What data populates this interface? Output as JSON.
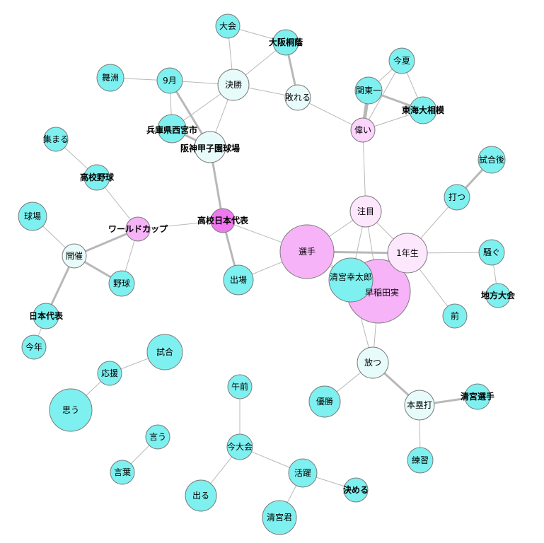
{
  "nodes": [
    {
      "id": "taikai",
      "label": "大会",
      "color": "#7ff0f0",
      "bold": false
    },
    {
      "id": "osaka_toin",
      "label": "大阪桐蔭",
      "color": "#7ff0f0",
      "bold": true
    },
    {
      "id": "maishu",
      "label": "舞洲",
      "color": "#7ff0f0",
      "bold": false
    },
    {
      "id": "kugatsu",
      "label": "9月",
      "color": "#7ff0f0",
      "bold": false
    },
    {
      "id": "kessho",
      "label": "決勝",
      "color": "#e8fbfb",
      "bold": false
    },
    {
      "id": "yabureru",
      "label": "敗れる",
      "color": "#e8fbfb",
      "bold": false
    },
    {
      "id": "konka",
      "label": "今夏",
      "color": "#7ff0f0",
      "bold": false
    },
    {
      "id": "kanto",
      "label": "関東一",
      "color": "#7ff0f0",
      "bold": false
    },
    {
      "id": "tokai",
      "label": "東海大相模",
      "color": "#7ff0f0",
      "bold": true
    },
    {
      "id": "erai",
      "label": "偉い",
      "color": "#fcd4fc",
      "bold": false
    },
    {
      "id": "hyogo",
      "label": "兵庫県西宮市",
      "color": "#7ff0f0",
      "bold": true
    },
    {
      "id": "koshien",
      "label": "阪神甲子園球場",
      "color": "#e8fbfb",
      "bold": true
    },
    {
      "id": "atsumaru",
      "label": "集まる",
      "color": "#7ff0f0",
      "bold": false
    },
    {
      "id": "koko_yakyu",
      "label": "高校野球",
      "color": "#7ff0f0",
      "bold": true
    },
    {
      "id": "kyujo",
      "label": "球場",
      "color": "#7ff0f0",
      "bold": false
    },
    {
      "id": "world_cup",
      "label": "ワールドカップ",
      "color": "#f7b3f7",
      "bold": true
    },
    {
      "id": "koko_japan",
      "label": "高校日本代表",
      "color": "#f078f0",
      "bold": true
    },
    {
      "id": "kaisai",
      "label": "開催",
      "color": "#e8fbfb",
      "bold": false
    },
    {
      "id": "yakyu",
      "label": "野球",
      "color": "#7ff0f0",
      "bold": false
    },
    {
      "id": "shiai_go",
      "label": "試合後",
      "color": "#7ff0f0",
      "bold": false
    },
    {
      "id": "utsu",
      "label": "打つ",
      "color": "#7ff0f0",
      "bold": false
    },
    {
      "id": "chumoku",
      "label": "注目",
      "color": "#fde7fd",
      "bold": false
    },
    {
      "id": "senshu",
      "label": "選手",
      "color": "#f7b3f7",
      "bold": false
    },
    {
      "id": "ichinensei",
      "label": "1年生",
      "color": "#fde7fd",
      "bold": false
    },
    {
      "id": "sawagu",
      "label": "騒ぐ",
      "color": "#7ff0f0",
      "bold": false
    },
    {
      "id": "shutsujo",
      "label": "出場",
      "color": "#7ff0f0",
      "bold": false
    },
    {
      "id": "kiyomiya_kotaro",
      "label": "清宮幸太郎",
      "color": "#7ff0f0",
      "bold": false
    },
    {
      "id": "waseda",
      "label": "早稲田実",
      "color": "#f7b3f7",
      "bold": false
    },
    {
      "id": "chiho_taikai",
      "label": "地方大会",
      "color": "#7ff0f0",
      "bold": true
    },
    {
      "id": "nihon_daihyo",
      "label": "日本代表",
      "color": "#7ff0f0",
      "bold": true
    },
    {
      "id": "mae",
      "label": "前",
      "color": "#7ff0f0",
      "bold": false
    },
    {
      "id": "konnen",
      "label": "今年",
      "color": "#7ff0f0",
      "bold": false
    },
    {
      "id": "shiai",
      "label": "試合",
      "color": "#7ff0f0",
      "bold": false
    },
    {
      "id": "hanatsu",
      "label": "放つ",
      "color": "#e8fbfb",
      "bold": false
    },
    {
      "id": "oen",
      "label": "応援",
      "color": "#7ff0f0",
      "bold": false
    },
    {
      "id": "yusho",
      "label": "優勝",
      "color": "#7ff0f0",
      "bold": false
    },
    {
      "id": "kiyomiya_senshu",
      "label": "清宮選手",
      "color": "#7ff0f0",
      "bold": true
    },
    {
      "id": "gozen",
      "label": "午前",
      "color": "#7ff0f0",
      "bold": false
    },
    {
      "id": "homerun",
      "label": "本塁打",
      "color": "#e8fbfb",
      "bold": false
    },
    {
      "id": "omou",
      "label": "思う",
      "color": "#7ff0f0",
      "bold": false
    },
    {
      "id": "iu",
      "label": "言う",
      "color": "#7ff0f0",
      "bold": false
    },
    {
      "id": "kon_taikai",
      "label": "今大会",
      "color": "#7ff0f0",
      "bold": false
    },
    {
      "id": "renshu",
      "label": "練習",
      "color": "#7ff0f0",
      "bold": false
    },
    {
      "id": "kotoba",
      "label": "言葉",
      "color": "#7ff0f0",
      "bold": false
    },
    {
      "id": "katsuyaku",
      "label": "活躍",
      "color": "#7ff0f0",
      "bold": false
    },
    {
      "id": "kimeru",
      "label": "決める",
      "color": "#7ff0f0",
      "bold": true
    },
    {
      "id": "deru",
      "label": "出る",
      "color": "#7ff0f0",
      "bold": false
    },
    {
      "id": "kiyomiya_kun",
      "label": "清宮君",
      "color": "#7ff0f0",
      "bold": false
    }
  ],
  "edges": [
    [
      "taikai",
      "osaka_toin",
      1
    ],
    [
      "taikai",
      "kessho",
      1
    ],
    [
      "osaka_toin",
      "kessho",
      1
    ],
    [
      "osaka_toin",
      "yabureru",
      3
    ],
    [
      "maishu",
      "kugatsu",
      1
    ],
    [
      "kugatsu",
      "kessho",
      1
    ],
    [
      "kugatsu",
      "hyogo",
      1
    ],
    [
      "kugatsu",
      "koshien",
      3
    ],
    [
      "kessho",
      "yabureru",
      1
    ],
    [
      "kessho",
      "hyogo",
      1
    ],
    [
      "kessho",
      "koshien",
      1
    ],
    [
      "hyogo",
      "koshien",
      3
    ],
    [
      "koshien",
      "koko_japan",
      3
    ],
    [
      "yabureru",
      "erai",
      1
    ],
    [
      "konka",
      "kanto",
      1
    ],
    [
      "konka",
      "tokai",
      1
    ],
    [
      "konka",
      "erai",
      1
    ],
    [
      "kanto",
      "tokai",
      3
    ],
    [
      "kanto",
      "erai",
      5
    ],
    [
      "tokai",
      "erai",
      1
    ],
    [
      "erai",
      "chumoku",
      1
    ],
    [
      "atsumaru",
      "koko_yakyu",
      1
    ],
    [
      "koko_yakyu",
      "world_cup",
      1
    ],
    [
      "kyujo",
      "kaisai",
      1
    ],
    [
      "kaisai",
      "world_cup",
      3
    ],
    [
      "kaisai",
      "yakyu",
      3
    ],
    [
      "world_cup",
      "yakyu",
      1
    ],
    [
      "kaisai",
      "nihon_daihyo",
      3
    ],
    [
      "nihon_daihyo",
      "konnen",
      1
    ],
    [
      "world_cup",
      "koko_japan",
      1
    ],
    [
      "koko_japan",
      "senshu",
      1
    ],
    [
      "koko_japan",
      "shutsujo",
      3
    ],
    [
      "shutsujo",
      "senshu",
      1
    ],
    [
      "senshu",
      "chumoku",
      1
    ],
    [
      "senshu",
      "ichinensei",
      3
    ],
    [
      "senshu",
      "waseda",
      1
    ],
    [
      "senshu",
      "kiyomiya_kotaro",
      1
    ],
    [
      "chumoku",
      "ichinensei",
      1
    ],
    [
      "chumoku",
      "waseda",
      1
    ],
    [
      "chumoku",
      "kiyomiya_kotaro",
      1
    ],
    [
      "ichinensei",
      "utsu",
      1
    ],
    [
      "utsu",
      "shiai_go",
      3
    ],
    [
      "ichinensei",
      "sawagu",
      1
    ],
    [
      "sawagu",
      "chiho_taikai",
      1
    ],
    [
      "ichinensei",
      "mae",
      1
    ],
    [
      "ichinensei",
      "waseda",
      1
    ],
    [
      "waseda",
      "hanatsu",
      1
    ],
    [
      "kiyomiya_kotaro",
      "hanatsu",
      1
    ],
    [
      "hanatsu",
      "yusho",
      1
    ],
    [
      "hanatsu",
      "homerun",
      3
    ],
    [
      "homerun",
      "kiyomiya_senshu",
      3
    ],
    [
      "homerun",
      "renshu",
      1
    ],
    [
      "shiai",
      "oen",
      1
    ],
    [
      "oen",
      "omou",
      1
    ],
    [
      "iu",
      "kotoba",
      1
    ],
    [
      "gozen",
      "kon_taikai",
      1
    ],
    [
      "kon_taikai",
      "deru",
      1
    ],
    [
      "kon_taikai",
      "katsuyaku",
      1
    ],
    [
      "katsuyaku",
      "kimeru",
      1
    ],
    [
      "katsuyaku",
      "kiyomiya_kun",
      1
    ]
  ]
}
